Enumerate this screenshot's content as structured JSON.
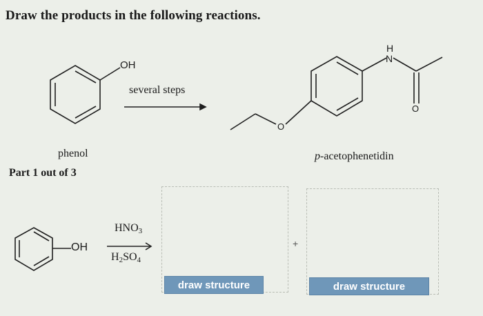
{
  "header": {
    "title": "Draw the products in the following reactions."
  },
  "reaction1": {
    "reactant_oh": "OH",
    "arrow_label": "several steps",
    "reactant_name": "phenol",
    "product_nh_h": "H",
    "product_nh_n": "N",
    "product_o_ether": "O",
    "product_o_carbonyl": "O",
    "product_name_prefix": "p",
    "product_name_rest": "-acetophenetidin"
  },
  "part": {
    "label": "Part 1 out of 3"
  },
  "reaction2": {
    "reactant_oh": "OH",
    "reagent_top_main": "HNO",
    "reagent_top_sub": "3",
    "reagent_bottom_h": "H",
    "reagent_bottom_sub1": "2",
    "reagent_bottom_so": "SO",
    "reagent_bottom_sub2": "4",
    "plus_sign": "+",
    "draw_button_1": "draw structure",
    "draw_button_2": "draw structure"
  },
  "colors": {
    "button_bg": "#6f97b9",
    "page_bg": "#ecefe9",
    "dash_border": "#b9bdb5"
  }
}
